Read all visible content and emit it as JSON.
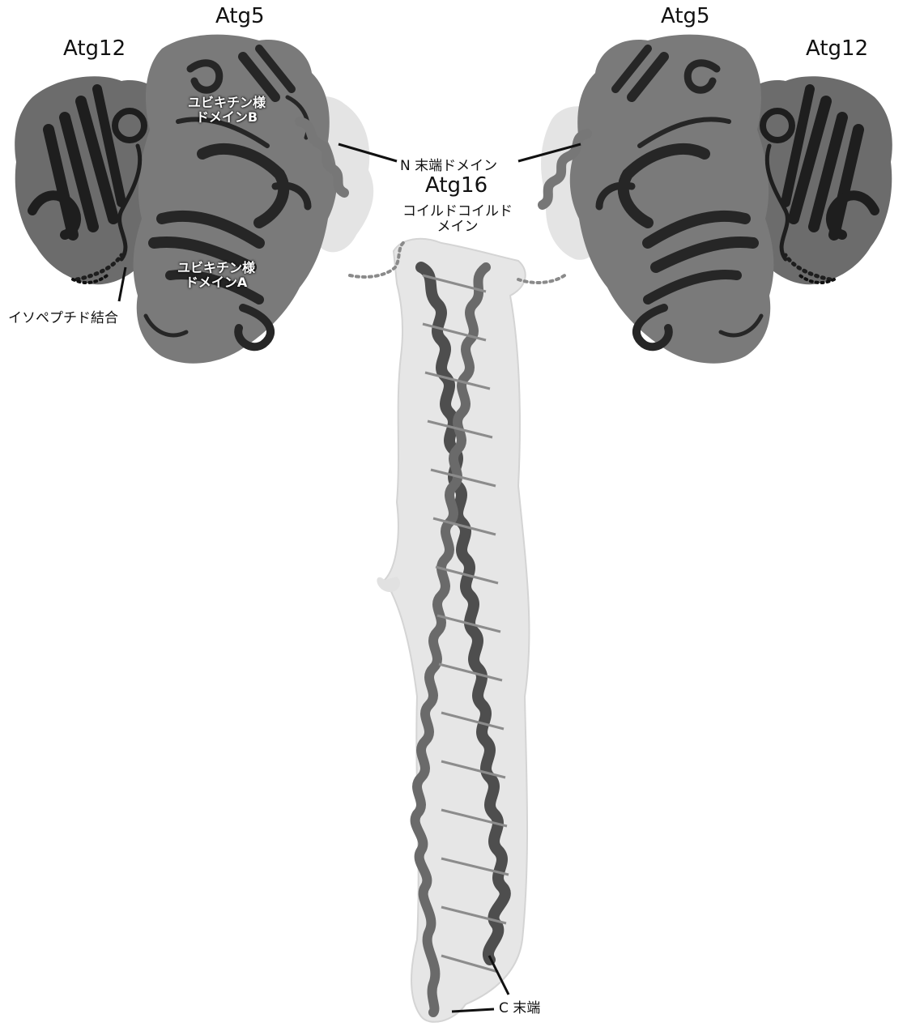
{
  "labels": {
    "atg12_left": "Atg12",
    "atg5_left": "Atg5",
    "atg5_right": "Atg5",
    "atg12_right": "Atg12",
    "ubl_b_line1": "ユビキチン様",
    "ubl_b_line2": "ドメインB",
    "ubl_a_line1": "ユビキチン様",
    "ubl_a_line2": "ドメインA",
    "isopeptide": "イソペプチド結合",
    "n_terminal": "N 末端ドメイン",
    "atg16": "Atg16",
    "coiled_line1": "コイルドコイルド",
    "coiled_line2": "メイン",
    "c_terminal": "C 末端"
  },
  "colors": {
    "atg12_surface": "#6e6e6e",
    "atg5_surface": "#7a7a7a",
    "atg16_surface": "#e6e6e6",
    "ribbon_dark": "#1e1e1e",
    "helix_grey": "#5a5a5a"
  }
}
